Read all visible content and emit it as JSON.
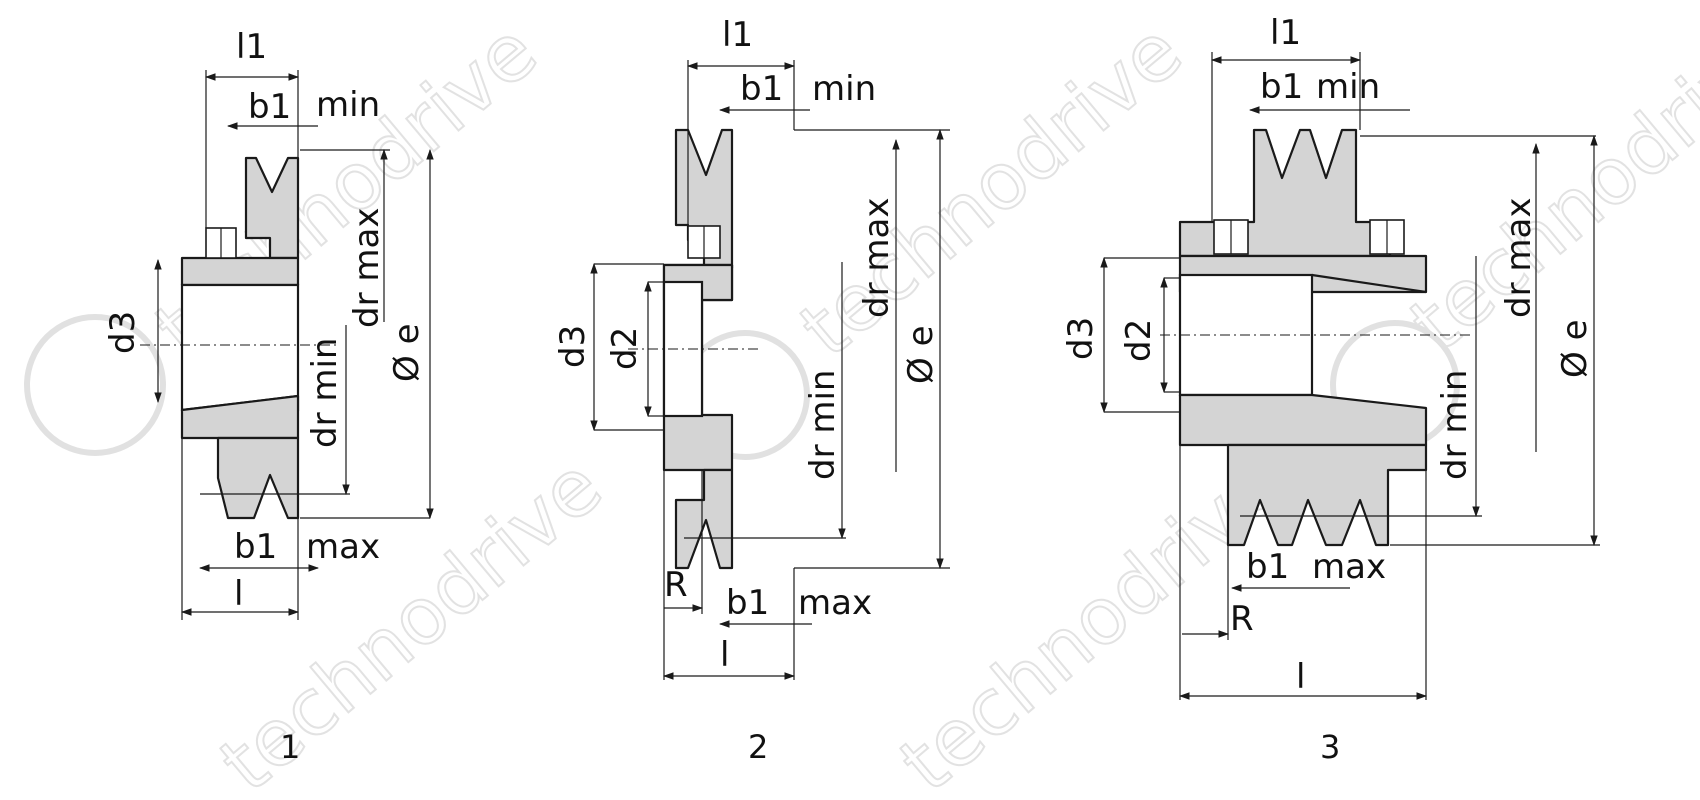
{
  "watermark": "technodrive",
  "figures": [
    {
      "caption": "1",
      "labels": {
        "l1": "l1",
        "b1_top": "b1",
        "min": "min",
        "dr_max": "dr max",
        "diam_e": "Ø e",
        "d3": "d3",
        "dr_min": "dr min",
        "b1_bottom": "b1",
        "max": "max",
        "l": "l"
      }
    },
    {
      "caption": "2",
      "labels": {
        "l1": "l1",
        "b1_top": "b1",
        "min": "min",
        "dr_max": "dr max",
        "diam_e": "Ø e",
        "d3": "d3",
        "d2": "d2",
        "dr_min": "dr min",
        "R": "R",
        "b1_bottom": "b1",
        "max": "max",
        "l": "l"
      }
    },
    {
      "caption": "3",
      "labels": {
        "l1": "l1",
        "b1_top": "b1",
        "min": "min",
        "dr_max": "dr max",
        "diam_e": "Ø e",
        "d3": "d3",
        "d2": "d2",
        "dr_min": "dr min",
        "R": "R",
        "b1_bottom": "b1",
        "max": "max",
        "l": "l"
      }
    }
  ]
}
